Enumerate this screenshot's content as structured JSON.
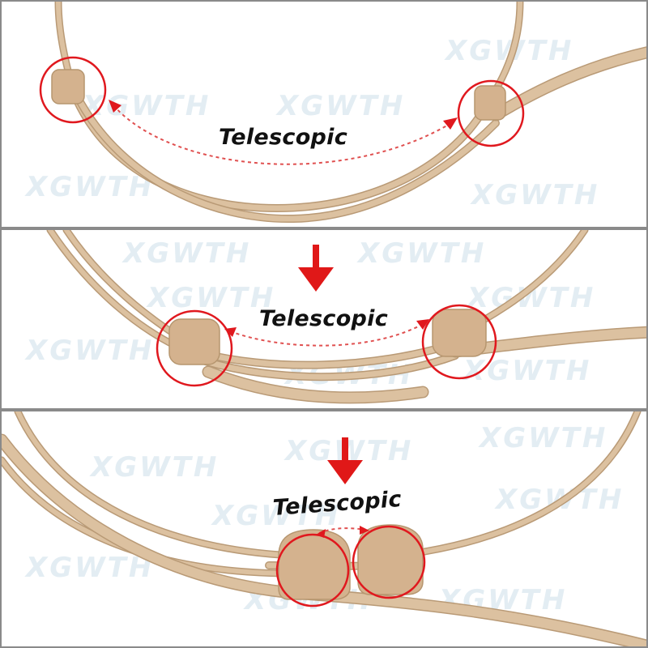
{
  "panels": [
    {
      "label": "Telescopic",
      "watermark": "XGWTH",
      "step_arrow": false
    },
    {
      "label": "Telescopic",
      "watermark": "XGWTH",
      "step_arrow": true
    },
    {
      "label": "Telescopic",
      "watermark": "XGWTH",
      "step_arrow": true
    }
  ],
  "colors": {
    "cable_fill": "#dcc1a0",
    "cable_edge": "#b99a76",
    "slider_fill": "#d4b28e",
    "highlight_circle": "#e0181e",
    "motion_arrow": "#e05050",
    "step_arrow": "#e01818",
    "watermark": "#e3edf3"
  }
}
